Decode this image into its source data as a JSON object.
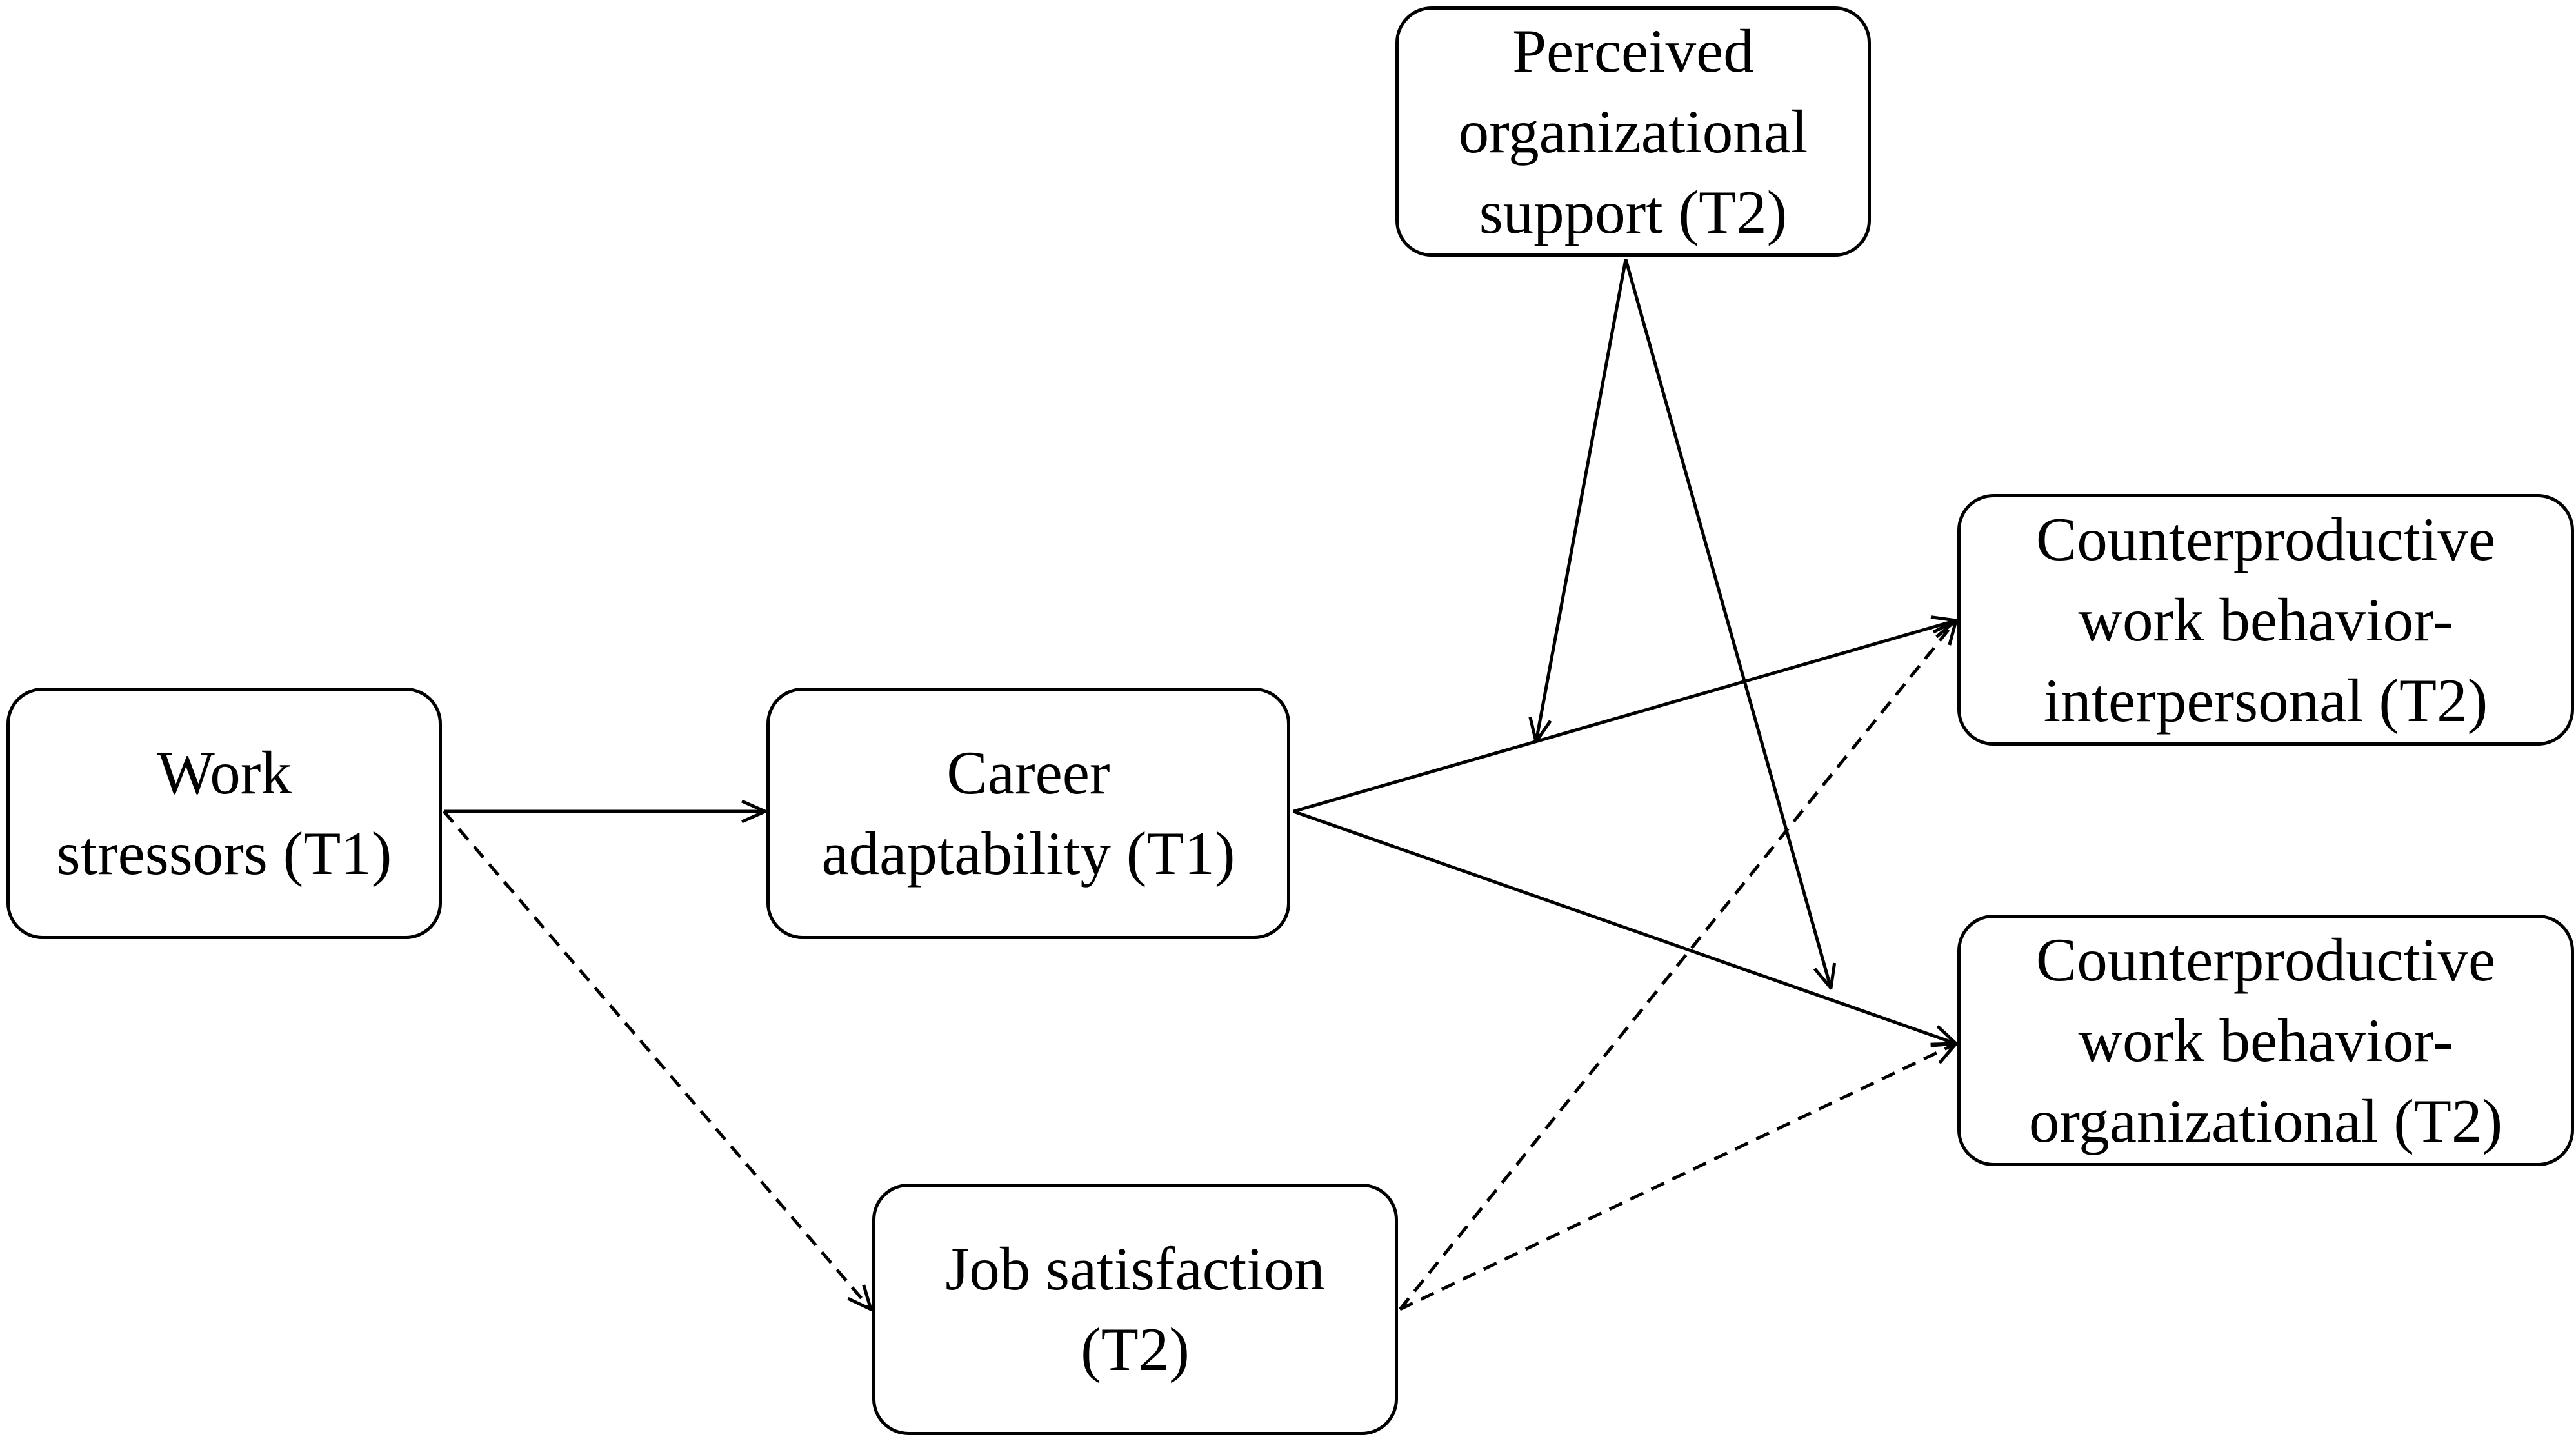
{
  "nodes": {
    "work_stressors": "Work\nstressors (T1)",
    "career_adaptability": "Career\nadaptability (T1)",
    "perceived_org_support": "Perceived\norganizational\nsupport (T2)",
    "cwb_interpersonal": "Counterproductive\nwork behavior-\ninterpersonal (T2)",
    "cwb_organizational": "Counterproductive\nwork behavior-\norganizational (T2)",
    "job_satisfaction": "Job satisfaction\n(T2)"
  },
  "edges": [
    {
      "from": "work_stressors",
      "to": "career_adaptability",
      "style": "solid"
    },
    {
      "from": "career_adaptability",
      "to": "cwb_interpersonal",
      "style": "solid"
    },
    {
      "from": "career_adaptability",
      "to": "cwb_organizational",
      "style": "solid"
    },
    {
      "from": "perceived_org_support",
      "to": "career_adaptability->cwb_interpersonal",
      "style": "solid"
    },
    {
      "from": "perceived_org_support",
      "to": "career_adaptability->cwb_organizational",
      "style": "solid"
    },
    {
      "from": "work_stressors",
      "to": "job_satisfaction",
      "style": "dashed"
    },
    {
      "from": "job_satisfaction",
      "to": "cwb_interpersonal",
      "style": "dashed"
    },
    {
      "from": "job_satisfaction",
      "to": "cwb_organizational",
      "style": "dashed"
    }
  ]
}
